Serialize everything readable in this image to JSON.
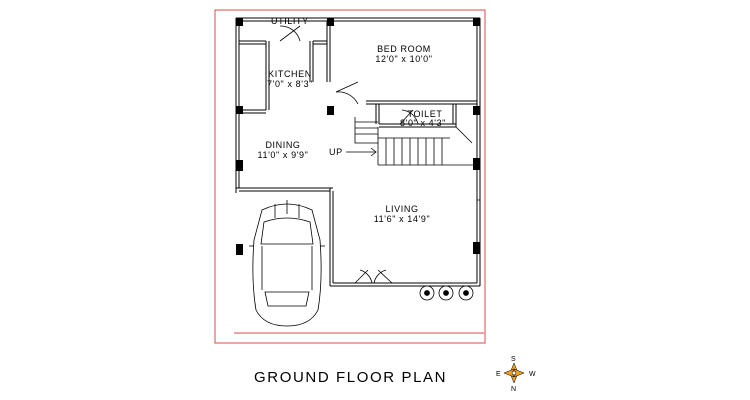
{
  "plan": {
    "title": "GROUND FLOOR PLAN",
    "colors": {
      "line": "#000000",
      "border": "#d84a4a",
      "column": "#000000",
      "compass_fill": "#f0a020"
    },
    "rooms": {
      "utility": {
        "name": "UTILITY"
      },
      "kitchen": {
        "name": "KITCHEN",
        "size": "7'0\" x 8'3\""
      },
      "bedroom": {
        "name": "BED ROOM",
        "size": "12'0\" x 10'0\""
      },
      "toilet": {
        "name": "TOILET",
        "size": "8'0\" x 4'3\""
      },
      "dining": {
        "name": "DINING",
        "size": "11'0\" x 9'9\""
      },
      "living": {
        "name": "LIVING",
        "size": "11'6\" x 14'9\""
      }
    },
    "stair_label": "UP",
    "compass": {
      "s": "S",
      "w": "W",
      "e": "E",
      "n": "N"
    }
  }
}
